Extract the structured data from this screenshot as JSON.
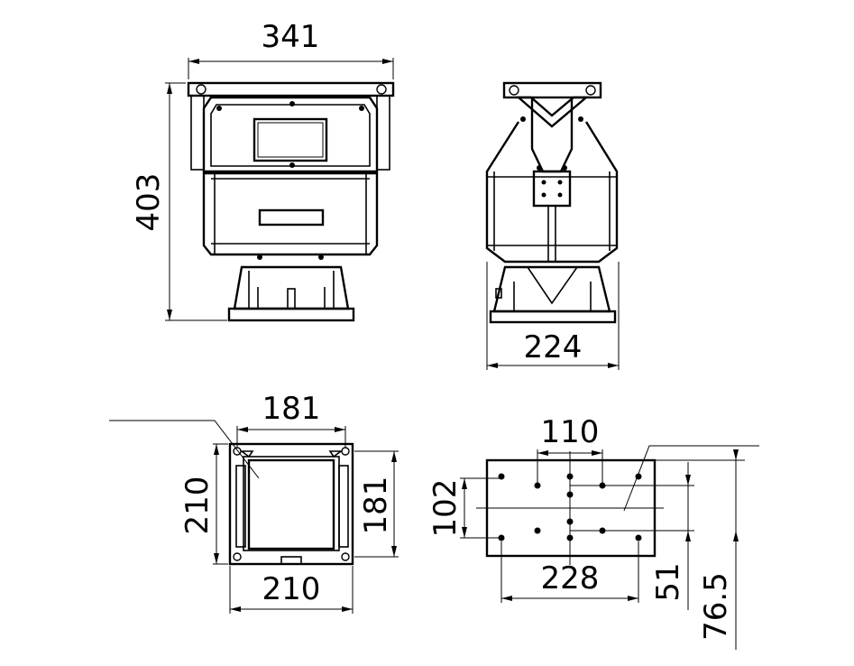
{
  "dimensions": {
    "front_width": "341",
    "front_height": "403",
    "side_width": "224",
    "base_top_width": "181",
    "base_left_height": "210",
    "base_right_height": "181",
    "base_bottom_width": "210",
    "mount_top_width": "110",
    "mount_left_height": "102",
    "mount_bottom_width": "228",
    "mount_right_a": "51",
    "mount_right_b": "76.5"
  }
}
